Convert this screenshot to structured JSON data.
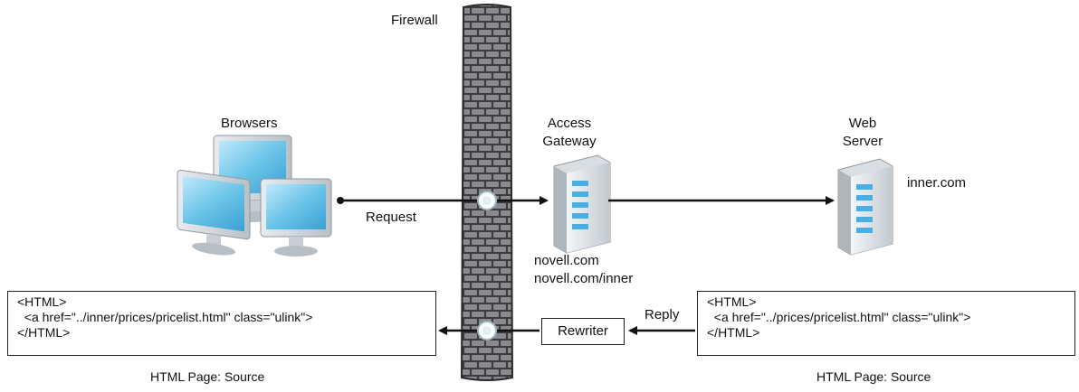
{
  "labels": {
    "firewall": "Firewall",
    "browsers": "Browsers",
    "access_gateway_1": "Access",
    "access_gateway_2": "Gateway",
    "web_server_1": "Web",
    "web_server_2": "Server",
    "web_server_host": "inner.com",
    "gateway_host_1": "novell.com",
    "gateway_host_2": "novell.com/inner",
    "request": "Request",
    "reply": "Reply",
    "rewriter": "Rewriter"
  },
  "left_source_box": {
    "lines": [
      "<HTML>",
      "  <a href=\"../inner/prices/pricelist.html\" class=\"ulink\">",
      "</HTML>"
    ],
    "caption": "HTML Page: Source"
  },
  "right_source_box": {
    "lines": [
      "<HTML>",
      "  <a href=\"../prices/pricelist.html\" class=\"ulink\">",
      "</HTML>"
    ],
    "caption": "HTML Page: Source"
  },
  "colors": {
    "wall_brick": "#8a8a8e",
    "wall_mortar": "#3c3c40",
    "monitor_blue": "#6cc4e8",
    "server_blue": "#4aaee0",
    "line": "#111111"
  }
}
